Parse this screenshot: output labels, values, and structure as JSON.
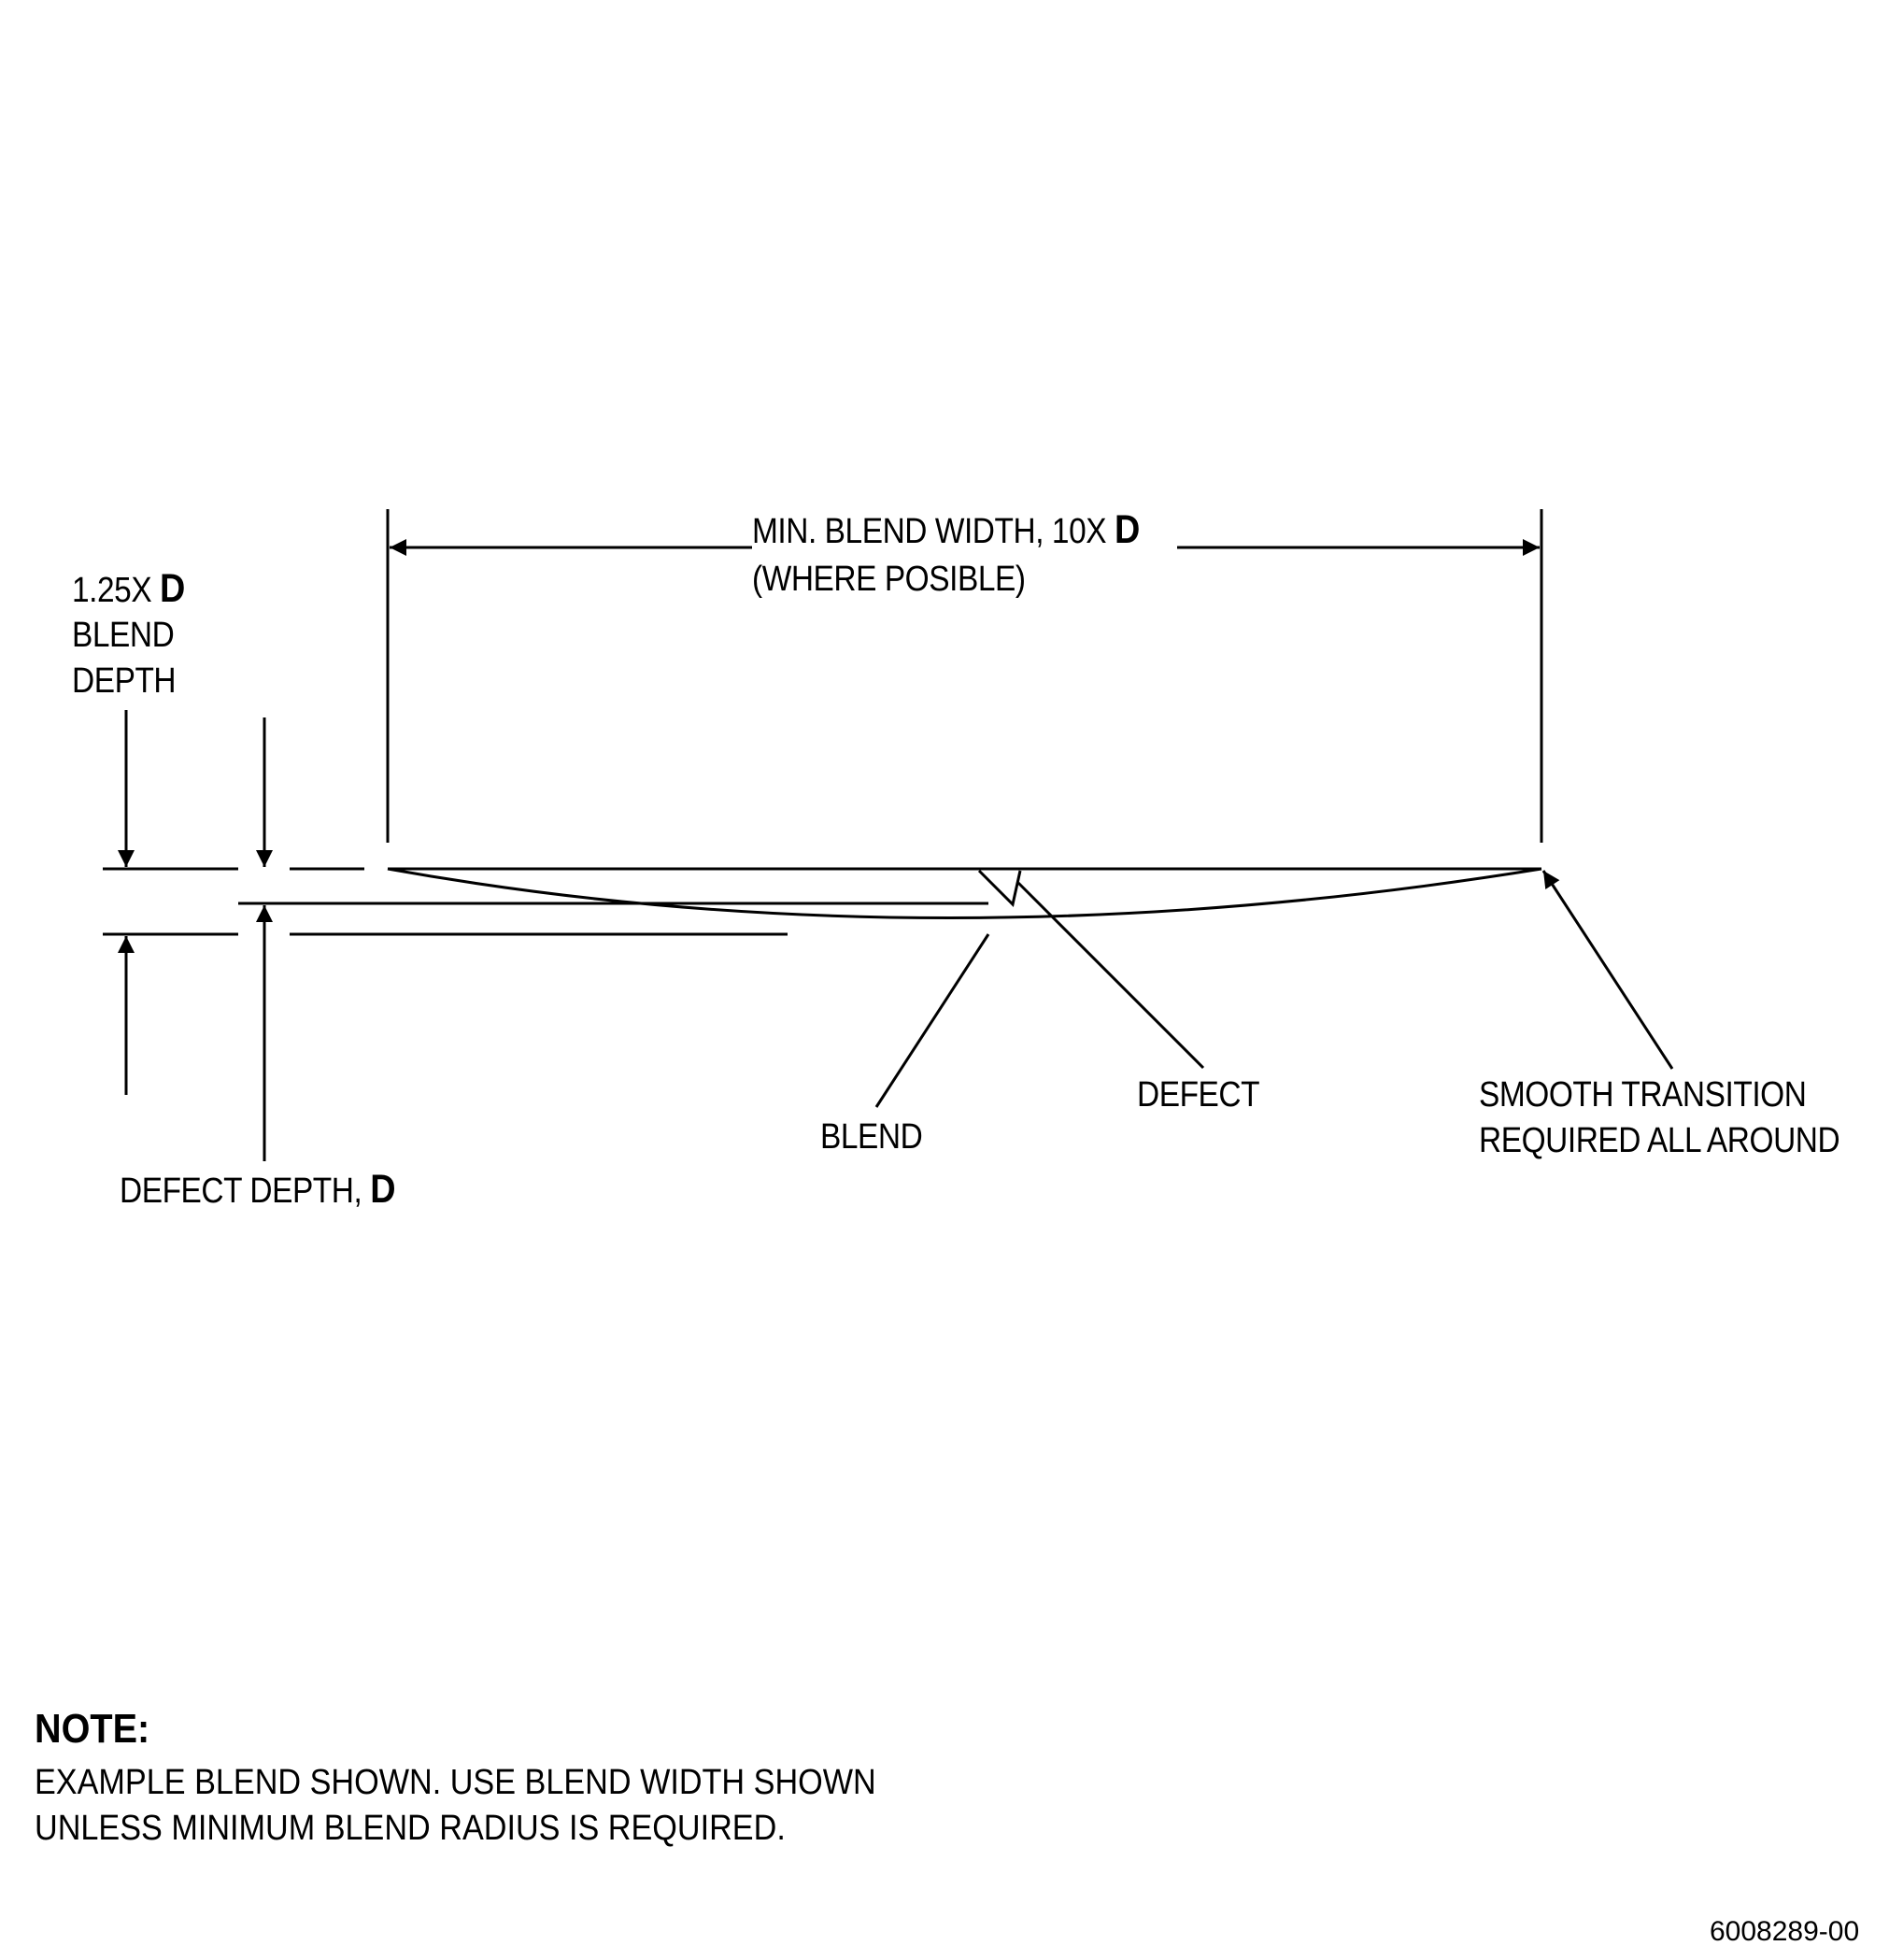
{
  "labels": {
    "blend_depth_prefix": "1.25X",
    "blend_depth_symbol": "D",
    "blend_depth_line2": "BLEND",
    "blend_depth_line3": "DEPTH",
    "min_width_prefix": "MIN. BLEND WIDTH, 10X",
    "min_width_symbol": "D",
    "min_width_line2": "(WHERE POSIBLE)",
    "defect_depth_prefix": "DEFECT DEPTH,",
    "defect_depth_symbol": "D",
    "blend": "BLEND",
    "defect": "DEFECT",
    "smooth_line1": "SMOOTH TRANSITION",
    "smooth_line2": "REQUIRED ALL AROUND"
  },
  "note": {
    "title": "NOTE:",
    "line1": "EXAMPLE BLEND SHOWN. USE BLEND WIDTH SHOWN",
    "line2": "UNLESS MINIMUM BLEND RADIUS IS REQUIRED."
  },
  "figure_id": "6008289-00",
  "colors": {
    "ink": "#000000",
    "background": "#ffffff"
  }
}
